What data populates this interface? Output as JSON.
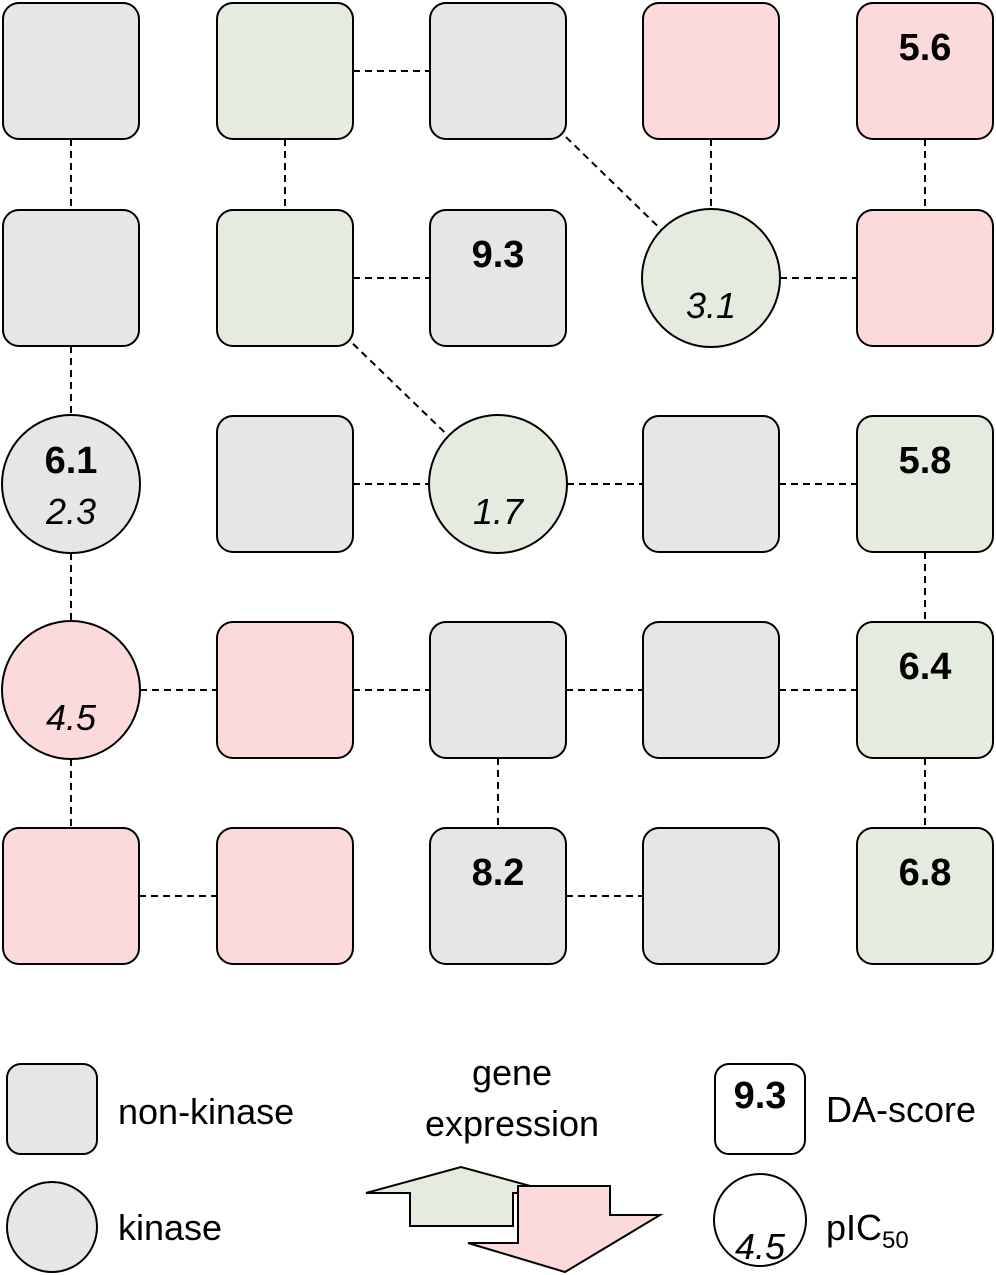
{
  "colors": {
    "gray": "#e6e6e6",
    "green": "#e5ecdf",
    "red": "#fcd9db",
    "stroke": "#000000",
    "white": "#ffffff"
  },
  "nodes": [
    {
      "id": "r0c0",
      "row": 0,
      "col": 0,
      "shape": "square",
      "color": "gray"
    },
    {
      "id": "r0c1",
      "row": 0,
      "col": 1,
      "shape": "square",
      "color": "green"
    },
    {
      "id": "r0c2",
      "row": 0,
      "col": 2,
      "shape": "square",
      "color": "gray"
    },
    {
      "id": "r0c3",
      "row": 0,
      "col": 3,
      "shape": "square",
      "color": "red"
    },
    {
      "id": "r0c4",
      "row": 0,
      "col": 4,
      "shape": "square",
      "color": "red",
      "score": "5.6"
    },
    {
      "id": "r1c0",
      "row": 1,
      "col": 0,
      "shape": "square",
      "color": "gray"
    },
    {
      "id": "r1c1",
      "row": 1,
      "col": 1,
      "shape": "square",
      "color": "green"
    },
    {
      "id": "r1c2",
      "row": 1,
      "col": 2,
      "shape": "square",
      "color": "gray",
      "score": "9.3"
    },
    {
      "id": "r1c3",
      "row": 1,
      "col": 3,
      "shape": "circle",
      "color": "green",
      "pic50": "3.1"
    },
    {
      "id": "r1c4",
      "row": 1,
      "col": 4,
      "shape": "square",
      "color": "red"
    },
    {
      "id": "r2c0",
      "row": 2,
      "col": 0,
      "shape": "circle",
      "color": "gray",
      "score": "6.1",
      "pic50": "2.3"
    },
    {
      "id": "r2c1",
      "row": 2,
      "col": 1,
      "shape": "square",
      "color": "gray"
    },
    {
      "id": "r2c2",
      "row": 2,
      "col": 2,
      "shape": "circle",
      "color": "green",
      "pic50": "1.7"
    },
    {
      "id": "r2c3",
      "row": 2,
      "col": 3,
      "shape": "square",
      "color": "gray"
    },
    {
      "id": "r2c4",
      "row": 2,
      "col": 4,
      "shape": "square",
      "color": "green",
      "score": "5.8"
    },
    {
      "id": "r3c0",
      "row": 3,
      "col": 0,
      "shape": "circle",
      "color": "red",
      "pic50": "4.5"
    },
    {
      "id": "r3c1",
      "row": 3,
      "col": 1,
      "shape": "square",
      "color": "red"
    },
    {
      "id": "r3c2",
      "row": 3,
      "col": 2,
      "shape": "square",
      "color": "gray"
    },
    {
      "id": "r3c3",
      "row": 3,
      "col": 3,
      "shape": "square",
      "color": "gray"
    },
    {
      "id": "r3c4",
      "row": 3,
      "col": 4,
      "shape": "square",
      "color": "green",
      "score": "6.4"
    },
    {
      "id": "r4c0",
      "row": 4,
      "col": 0,
      "shape": "square",
      "color": "red"
    },
    {
      "id": "r4c1",
      "row": 4,
      "col": 1,
      "shape": "square",
      "color": "red"
    },
    {
      "id": "r4c2",
      "row": 4,
      "col": 2,
      "shape": "square",
      "color": "gray",
      "score": "8.2"
    },
    {
      "id": "r4c3",
      "row": 4,
      "col": 3,
      "shape": "square",
      "color": "gray"
    },
    {
      "id": "r4c4",
      "row": 4,
      "col": 4,
      "shape": "square",
      "color": "green",
      "score": "6.8"
    }
  ],
  "edges": [
    [
      "r0c0",
      "r1c0"
    ],
    [
      "r0c1",
      "r0c2"
    ],
    [
      "r0c1",
      "r1c1"
    ],
    [
      "r0c2",
      "r1c3"
    ],
    [
      "r0c3",
      "r1c3"
    ],
    [
      "r0c4",
      "r1c4"
    ],
    [
      "r1c0",
      "r2c0"
    ],
    [
      "r1c1",
      "r1c2"
    ],
    [
      "r1c1",
      "r2c2"
    ],
    [
      "r1c3",
      "r1c4"
    ],
    [
      "r2c0",
      "r3c0"
    ],
    [
      "r2c1",
      "r2c2"
    ],
    [
      "r2c2",
      "r2c3"
    ],
    [
      "r2c3",
      "r2c4"
    ],
    [
      "r2c4",
      "r3c4"
    ],
    [
      "r3c0",
      "r3c1"
    ],
    [
      "r3c0",
      "r4c0"
    ],
    [
      "r3c1",
      "r3c2"
    ],
    [
      "r3c2",
      "r3c3"
    ],
    [
      "r3c2",
      "r4c2"
    ],
    [
      "r3c3",
      "r3c4"
    ],
    [
      "r3c4",
      "r4c4"
    ],
    [
      "r4c0",
      "r4c1"
    ],
    [
      "r4c2",
      "r4c3"
    ]
  ],
  "legend": {
    "non_kinase": "non-kinase",
    "kinase": "kinase",
    "gene_expression_line1": "gene",
    "gene_expression_line2": "expression",
    "da_score_label": "DA-score",
    "da_score_example": "9.3",
    "pic50_prefix": "pIC",
    "pic50_subscript": "50",
    "pic50_example": "4.5"
  }
}
